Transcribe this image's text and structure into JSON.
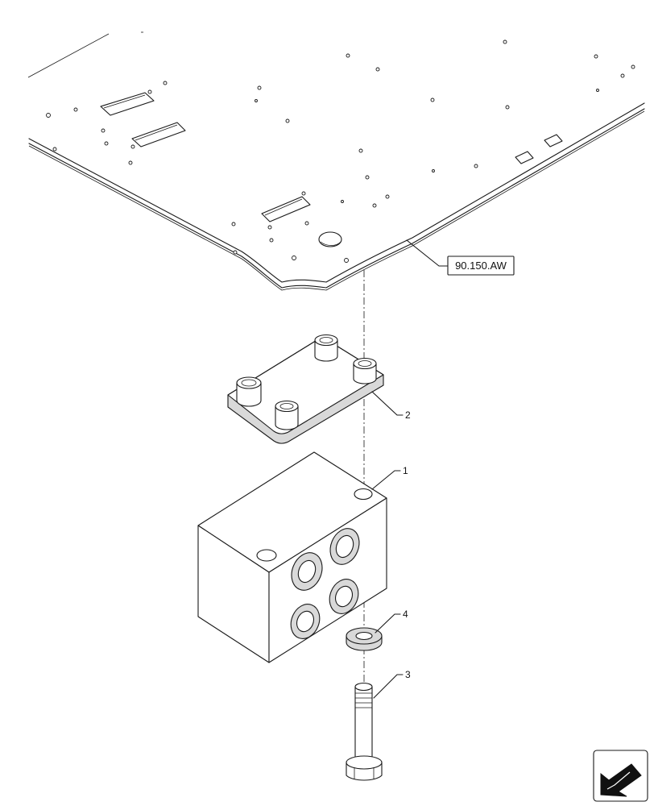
{
  "reference_label": "90.150.AW",
  "callouts": [
    {
      "number": "1",
      "part": "valve-block"
    },
    {
      "number": "2",
      "part": "mounting-plate"
    },
    {
      "number": "3",
      "part": "bolt"
    },
    {
      "number": "4",
      "part": "washer"
    }
  ],
  "nav_icon": "arrow-left-icon"
}
